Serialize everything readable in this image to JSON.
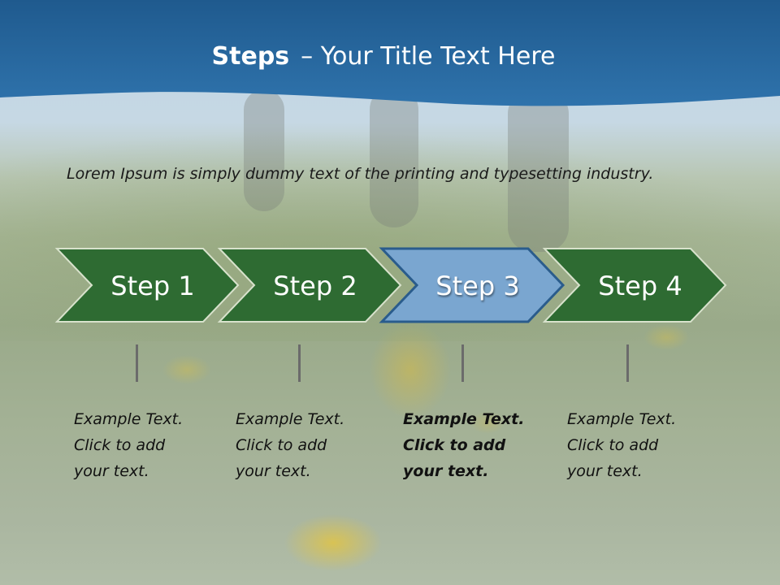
{
  "title": {
    "bold": "Steps",
    "rest": "– Your Title Text Here"
  },
  "intro": "Lorem Ipsum is simply dummy text of the printing and typesetting industry.",
  "colors": {
    "header": "#2b67a0",
    "step": "#2e6b32",
    "step_active": "#7aa6d0"
  },
  "steps": [
    {
      "label": "Step 1",
      "active": false,
      "note": [
        "Example Text.",
        "Click  to add",
        "your text."
      ]
    },
    {
      "label": "Step 2",
      "active": false,
      "note": [
        "Example Text.",
        "Click  to add",
        "your text."
      ]
    },
    {
      "label": "Step 3",
      "active": true,
      "note": [
        "Example Text.",
        "Click  to add",
        "your text."
      ]
    },
    {
      "label": "Step 4",
      "active": false,
      "note": [
        "Example Text.",
        "Click  to add",
        "your text."
      ]
    }
  ]
}
